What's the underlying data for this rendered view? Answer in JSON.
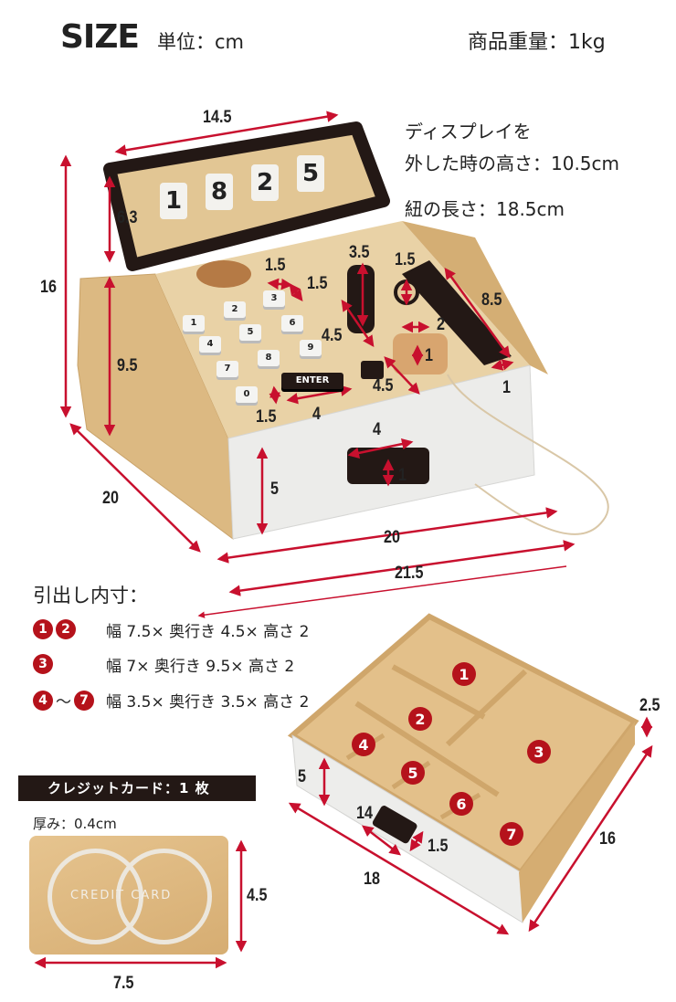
{
  "header": {
    "title": "SIZE",
    "unit": "単位：cm",
    "weight": "商品重量：1kg"
  },
  "notes": {
    "display_height_1": "ディスプレイを",
    "display_height_2": "外した時の高さ：10.5cm",
    "cord_length": "紐の長さ：18.5cm"
  },
  "register": {
    "display_digits": [
      "1",
      "8",
      "2",
      "5"
    ],
    "keys": [
      "1",
      "2",
      "3",
      "4",
      "5",
      "6",
      "7",
      "8",
      "9",
      "0"
    ],
    "enter_label": "ENTER",
    "dims": [
      "14.5",
      "6.3",
      "16",
      "9.5",
      "20",
      "1.5",
      "1.5",
      "3.5",
      "1.5",
      "8.5",
      "4.5",
      "2",
      "1",
      "4.5",
      "1",
      "1.5",
      "4",
      "4",
      "1",
      "5",
      "20",
      "21.5"
    ]
  },
  "drawer_inner": {
    "title": "引出し内寸：",
    "rows": [
      {
        "marks": [
          "1",
          "2"
        ],
        "sep": "",
        "text": "幅 7.5× 奥行き 4.5× 高さ 2"
      },
      {
        "marks": [
          "3"
        ],
        "sep": "",
        "text": "幅 7× 奥行き 9.5× 高さ 2"
      },
      {
        "marks": [
          "4",
          "7"
        ],
        "sep": "～",
        "text": "幅 3.5× 奥行き 3.5× 高さ 2"
      }
    ]
  },
  "drawer": {
    "compartments": [
      "1",
      "2",
      "3",
      "4",
      "5",
      "6",
      "7"
    ],
    "dims": [
      "2.5",
      "5",
      "14",
      "1.5",
      "18",
      "16"
    ]
  },
  "card": {
    "heading": "クレジットカード：1 枚",
    "thickness": "厚み：0.4cm",
    "logo_text": "CREDIT CARD",
    "width": "7.5",
    "height": "4.5"
  },
  "colors": {
    "accent": "#b5121b",
    "wood": "#d9b57c",
    "dark": "#231815"
  }
}
